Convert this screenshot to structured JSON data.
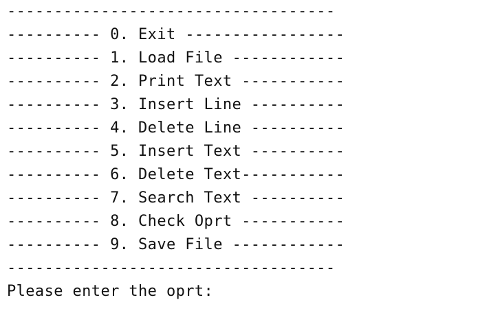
{
  "terminal": {
    "top_rule": "-----------------------------------",
    "menu": [
      "---------- 0. Exit -----------------",
      "---------- 1. Load File ------------",
      "---------- 2. Print Text -----------",
      "---------- 3. Insert Line ----------",
      "---------- 4. Delete Line ----------",
      "---------- 5. Insert Text ----------",
      "---------- 6. Delete Text-----------",
      "---------- 7. Search Text ----------",
      "---------- 8. Check Oprt -----------",
      "---------- 9. Save File ------------"
    ],
    "bottom_rule": "-----------------------------------",
    "prompt": "Please enter the oprt: "
  }
}
